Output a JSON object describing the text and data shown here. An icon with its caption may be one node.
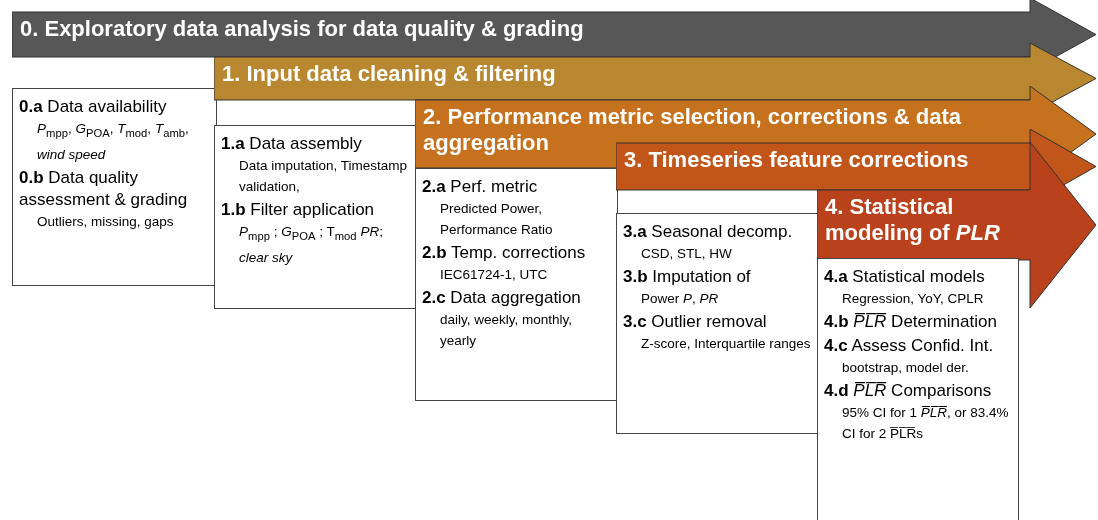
{
  "diagram": {
    "nodes": [
      {
        "text": [
          "0. Exploratory data analysis for data quality & grading"
        ]
      },
      {
        "text": [
          "**0.a** Data availability",
          "*P*$_{mpp}$, *G*$_{POA}$, *T*$_{mod}$, *T*$_{amb}$, *wind speed*",
          "**0.b** Data quality assessment & grading",
          "Outliers, missing, gaps"
        ]
      },
      {
        "text": [
          "1. Input data cleaning & filtering"
        ]
      },
      {
        "text": [
          "**1.a** Data assembly",
          "Data imputation, Timestamp validation,",
          "**1.b** Filter application",
          "*P*$_{mpp}$ ; *G*$_{POA}$ ; T$_{mod}$ *PR*; *clear sky*"
        ]
      },
      {
        "text": [
          "2. Performance metric selection, corrections & data aggregation"
        ]
      },
      {
        "text": [
          "**2.a** Perf. metric",
          "Predicted Power, Performance Ratio",
          "**2.b** Temp. corrections",
          "IEC61724-1, UTC",
          "**2.c** Data aggregation",
          "daily, weekly, monthly, yearly"
        ]
      },
      {
        "text": [
          "3. Timeseries feature corrections"
        ]
      },
      {
        "text": [
          "**3.a** Seasonal decomp.",
          "CSD, STL, HW",
          "**3.b** Imputation of",
          "Power *P*, *PR*",
          "**3.c** Outlier removal",
          "Z-score, Interquartile ranges"
        ]
      },
      {
        "text": [
          "4. Statistical modeling of *PLR*"
        ]
      },
      {
        "text": [
          "**4.a** Statistical models",
          "Regression, YoY, CPLR",
          "**4.b** *P̅L̅R̅* Determination",
          "**4.c** Assess Confid. Int.",
          "bootstrap, model der.",
          "**4.d** *P̅L̅R̅* Comparisons",
          "95% CI for 1 *P̅L̅R̅*, or 83.4% CI for 2 P̅L̅R̅s"
        ]
      }
    ],
    "edges": []
  }
}
